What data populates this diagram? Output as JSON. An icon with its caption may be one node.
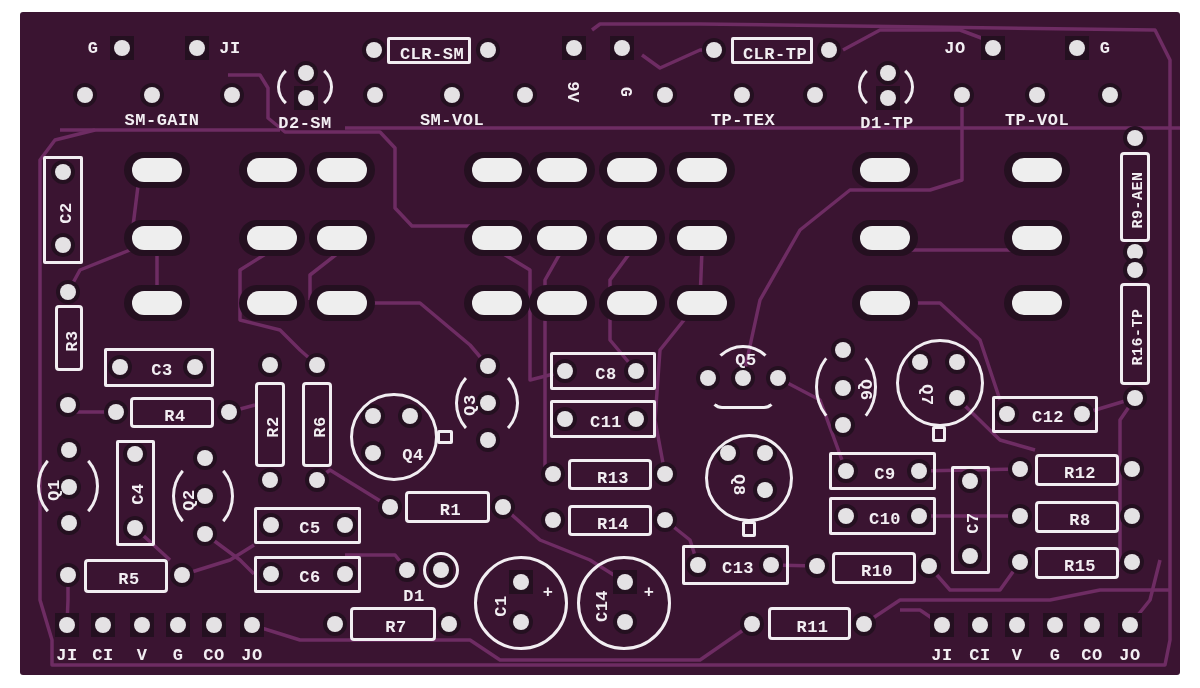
{
  "diagram": {
    "nodes": [
      {
        "text": [
          "CLR-SM"
        ]
      },
      {
        "text": [
          "CLR-TP"
        ]
      },
      {
        "text": [
          "D2-SM"
        ]
      },
      {
        "text": [
          "D1-TP"
        ]
      },
      {
        "text": [
          "C2"
        ]
      },
      {
        "text": [
          "R3"
        ]
      },
      {
        "text": [
          "C3"
        ]
      },
      {
        "text": [
          "R4"
        ]
      },
      {
        "text": [
          "R2"
        ]
      },
      {
        "text": [
          "R6"
        ]
      },
      {
        "text": [
          "C4"
        ]
      },
      {
        "text": [
          "Q1"
        ]
      },
      {
        "text": [
          "Q2"
        ]
      },
      {
        "text": [
          "Q3"
        ]
      },
      {
        "text": [
          "Q4"
        ]
      },
      {
        "text": [
          "C5"
        ]
      },
      {
        "text": [
          "C6"
        ]
      },
      {
        "text": [
          "R5"
        ]
      },
      {
        "text": [
          "R1"
        ]
      },
      {
        "text": [
          "D1"
        ]
      },
      {
        "text": [
          "R7"
        ]
      },
      {
        "text": [
          "C1",
          "+"
        ]
      },
      {
        "text": [
          "C14",
          "+"
        ]
      },
      {
        "text": [
          "C8"
        ]
      },
      {
        "text": [
          "C11"
        ]
      },
      {
        "text": [
          "R13"
        ]
      },
      {
        "text": [
          "R14"
        ]
      },
      {
        "text": [
          "Q5"
        ]
      },
      {
        "text": [
          "Q6"
        ]
      },
      {
        "text": [
          "Q7"
        ]
      },
      {
        "text": [
          "Q8"
        ]
      },
      {
        "text": [
          "C9"
        ]
      },
      {
        "text": [
          "C10"
        ]
      },
      {
        "text": [
          "C13"
        ]
      },
      {
        "text": [
          "R10"
        ]
      },
      {
        "text": [
          "R11"
        ]
      },
      {
        "text": [
          "C7"
        ]
      },
      {
        "text": [
          "C12"
        ]
      },
      {
        "text": [
          "R12"
        ]
      },
      {
        "text": [
          "R8"
        ]
      },
      {
        "text": [
          "R15"
        ]
      },
      {
        "text": [
          "R9-AEN"
        ]
      },
      {
        "text": [
          "R16-TP"
        ]
      }
    ],
    "labels": [
      "G",
      "JI",
      "SM-GAIN",
      "SM-VOL",
      "9V",
      "G",
      "TP-TEX",
      "JO",
      "G",
      "TP-VOL",
      "JI",
      "CI",
      "V",
      "G",
      "CO",
      "JO",
      "JI",
      "CI",
      "V",
      "G",
      "CO",
      "JO"
    ]
  }
}
